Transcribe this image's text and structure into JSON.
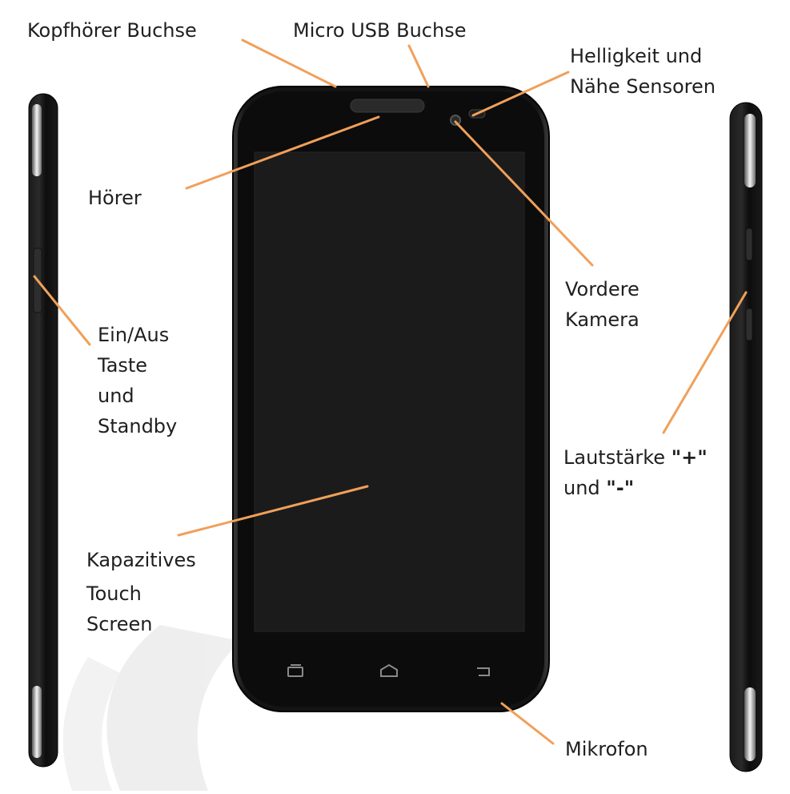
{
  "labels": {
    "kopfhoerer": "Kopfhörer Buchse",
    "micro_usb": "Micro USB Buchse",
    "helligkeit": [
      "Helligkeit und",
      "Nähe Sensoren"
    ],
    "hoerer": "Hörer",
    "vordere_kamera": [
      "Vordere",
      "Kamera"
    ],
    "ein_aus": [
      "Ein/Aus",
      "Taste",
      "und",
      "Standby"
    ],
    "lautstaerke": {
      "line1_text": "Lautstärke ",
      "line1_bold": "\"+\"",
      "line2_text": "und ",
      "line2_bold": "\"-\""
    },
    "kapazitives": [
      "Kapazitives",
      "Touch",
      "Screen"
    ],
    "mikrofon": "Mikrofon"
  },
  "colors": {
    "leader_line": "#f0a05a",
    "phone_body": "#141414",
    "phone_bezel": "#0a0a0a",
    "screen": "#1c1c1c",
    "side_highlight": "#e8e8e8",
    "watermark": "#ececec"
  },
  "icons": {
    "nav_buttons": [
      "menu-icon",
      "home-icon",
      "back-icon"
    ]
  }
}
